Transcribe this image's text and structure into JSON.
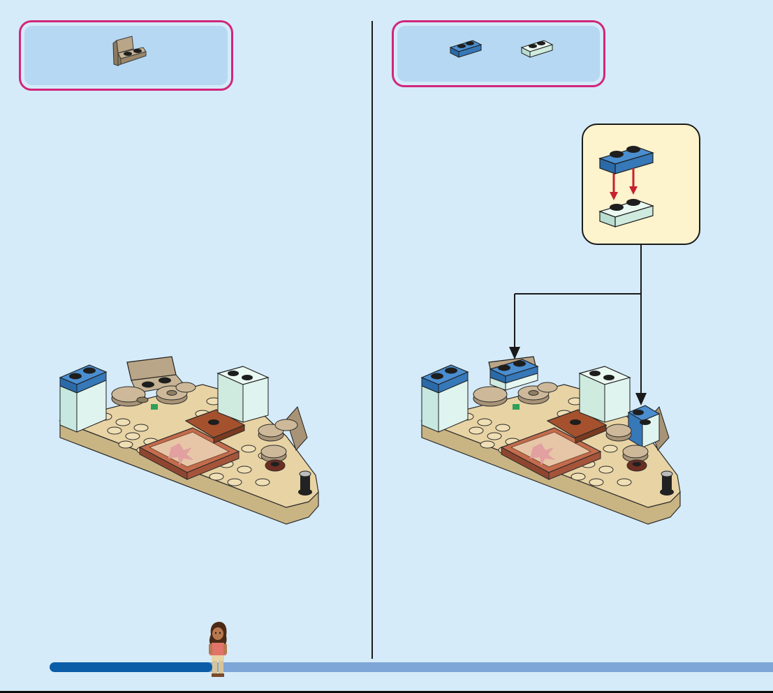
{
  "progress": {
    "fraction": 0.225
  },
  "parts_left": [
    {
      "name": "tan-bracket-1x2",
      "qty": 1,
      "color": "#a89377"
    }
  ],
  "parts_right": [
    {
      "name": "blue-plate-1x2",
      "qty": 1,
      "color": "#3b82c4"
    },
    {
      "name": "light-aqua-plate-1x2",
      "qty": 1,
      "color": "#d9f1ea"
    }
  ],
  "colors": {
    "background": "#d5ebf9",
    "parts_frame": "#d1267b",
    "parts_fill": "#b6d8f2",
    "subassembly_fill": "#fdf3cd",
    "arrow_red": "#c8202f",
    "baseplate_tan": "#e8d3a4",
    "progress_done": "#0b5da8",
    "progress_todo": "#7ea6d7"
  }
}
